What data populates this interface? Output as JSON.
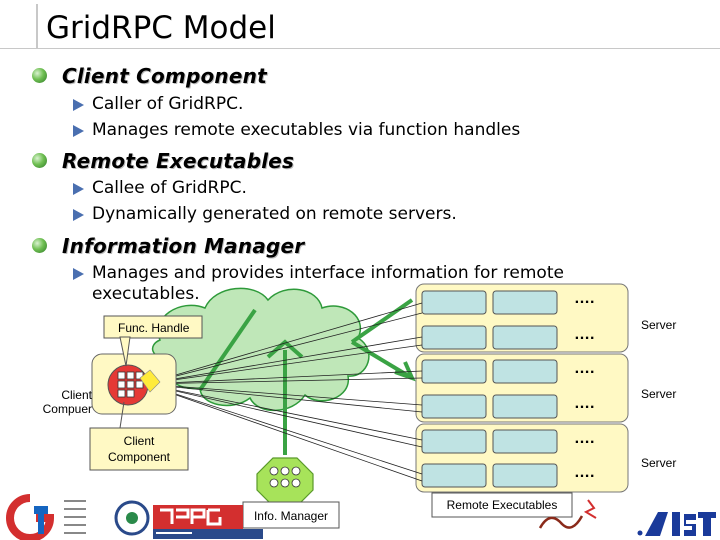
{
  "title": "GridRPC Model",
  "sections": [
    {
      "heading": "Client Component",
      "items": [
        "Caller of GridRPC.",
        "Manages remote executables via function handles"
      ]
    },
    {
      "heading": "Remote Executables",
      "items": [
        "Callee of GridRPC.",
        "Dynamically generated on remote servers."
      ]
    },
    {
      "heading": "Information Manager",
      "items": [
        "Manages and provides interface information for remote executables."
      ]
    }
  ],
  "diagram": {
    "func_handle": "Func. Handle",
    "client_label": "Client Compuer",
    "client_component": "Client Component",
    "info_manager": "Info. Manager",
    "remote_executables": "Remote Executables",
    "servers": [
      "Server",
      "Server",
      "Server"
    ],
    "ellipsis": "…."
  },
  "colors": {
    "cloud": "#bfe7b8",
    "cloud_stroke": "#2e9a3a",
    "server_box": "#fff9c4",
    "exec_cell": "#bfe3e3",
    "callout": "#fff9c4"
  }
}
